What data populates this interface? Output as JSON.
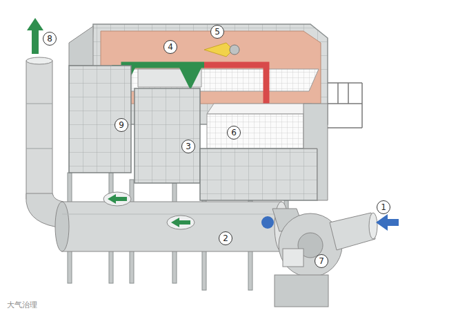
{
  "diagram": {
    "labels": [
      "1",
      "2",
      "3",
      "4",
      "5",
      "6",
      "7",
      "8",
      "9",
      "大气治理"
    ]
  }
}
